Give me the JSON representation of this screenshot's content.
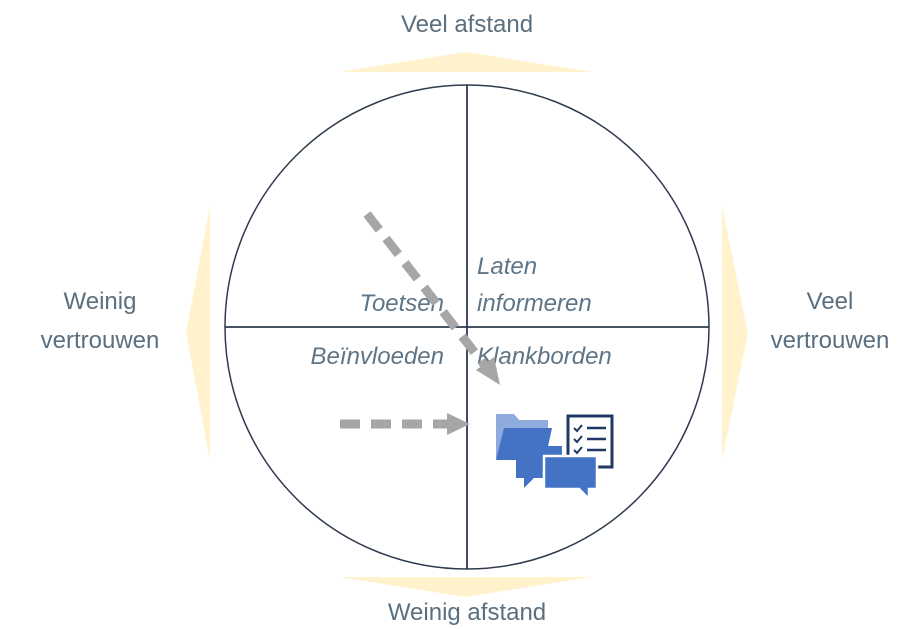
{
  "axes": {
    "top": "Veel afstand",
    "bottom": "Weinig afstand",
    "left_line1": "Weinig",
    "left_line2": "vertrouwen",
    "right_line1": "Veel",
    "right_line2": "vertrouwen"
  },
  "quadrants": {
    "top_left": "Toetsen",
    "top_right_line1": "Laten",
    "top_right_line2": "informeren",
    "bottom_left": "Beïnvloeden",
    "bottom_right": "Klankborden"
  },
  "icons": {
    "cluster": [
      "folder-icon",
      "checklist-icon",
      "chat-bubbles-icon"
    ]
  },
  "colors": {
    "circle_stroke": "#2e3b4e",
    "arrow_fill": "#fff2cc",
    "dash_arrow": "#a6a6a6",
    "icon_dark": "#4472c4",
    "icon_light": "#8faadc",
    "icon_navy": "#1f3864",
    "label_text": "#5a6f7f"
  }
}
